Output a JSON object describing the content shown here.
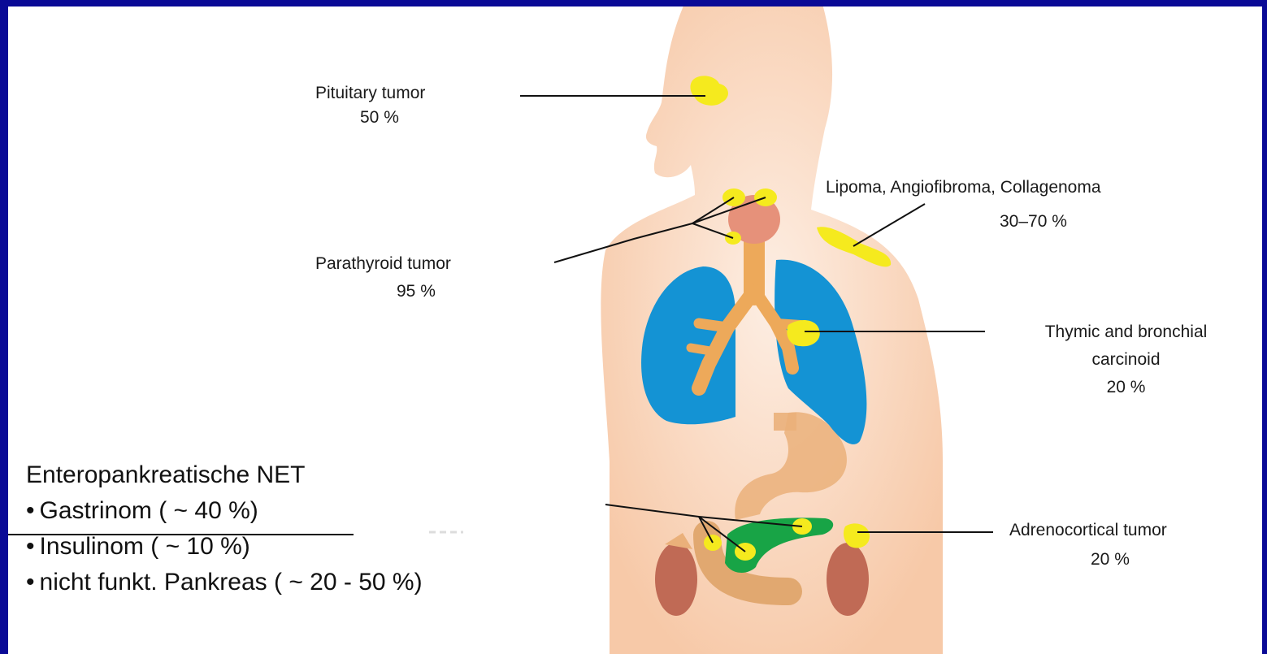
{
  "labels": {
    "pituitary": {
      "name": "Pituitary tumor",
      "pct": "50 %"
    },
    "lipoma": {
      "name": "Lipoma, Angiofibroma, Collagenoma",
      "pct": "30–70 %"
    },
    "parathyroid": {
      "name": "Parathyroid tumor",
      "pct": "95 %"
    },
    "thymic": {
      "line1": "Thymic and bronchial",
      "line2": "carcinoid",
      "pct": "20 %"
    },
    "adrenocortical": {
      "name": "Adrenocortical tumor",
      "pct": "20 %"
    }
  },
  "list": {
    "heading": "Enteropankreatische NET",
    "items": [
      "Gastrinom ( ~ 40 %)",
      "Insulinom ( ~ 10 %)",
      "nicht funkt. Pankreas ( ~ 20 - 50 %)"
    ],
    "bullet": "•"
  },
  "colors": {
    "frame": "#0a0a96",
    "skin": "#f9d2b5",
    "tumor": "#f5ea1e",
    "lung": "#1493d4",
    "trachea": "#eda95a",
    "pancreas": "#18a446",
    "kidney": "#c06a55"
  }
}
